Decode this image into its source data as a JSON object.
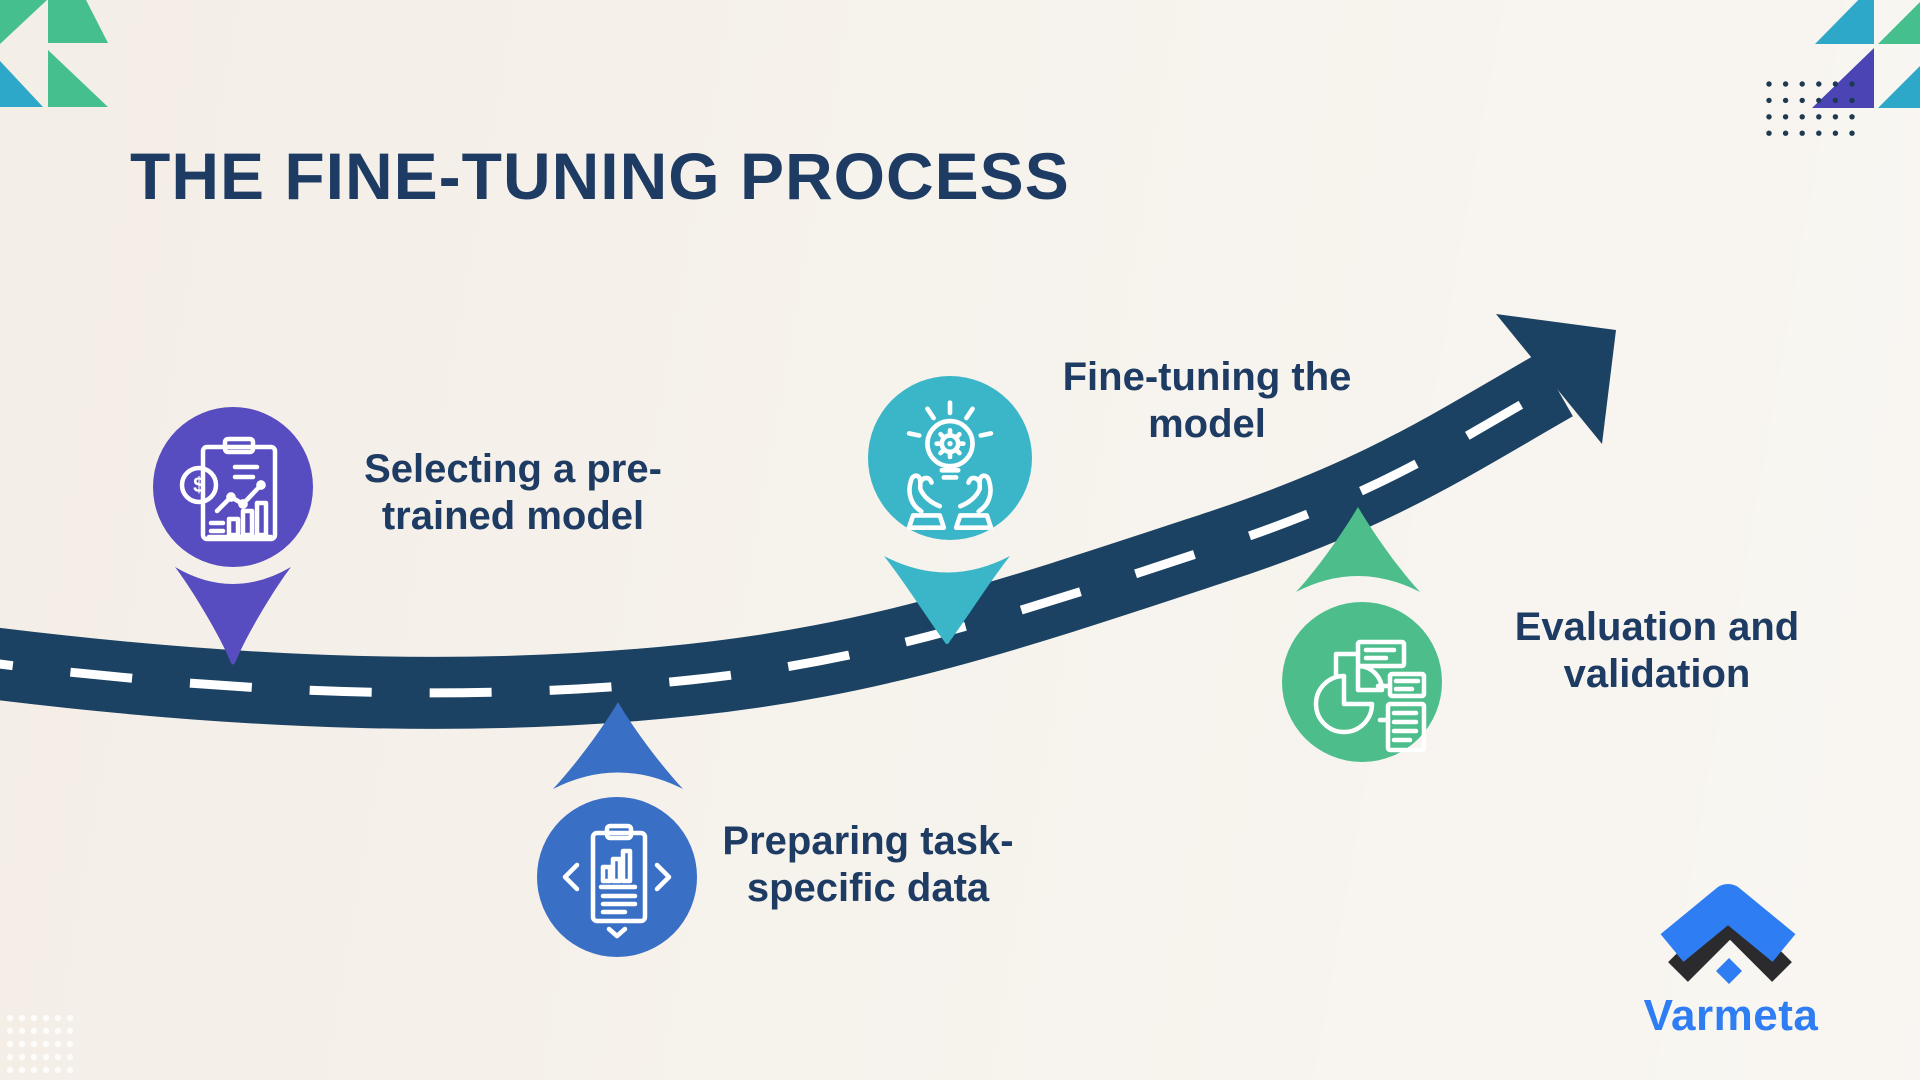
{
  "title": "THE FINE-TUNING PROCESS",
  "colors": {
    "background": "#f6f2ec",
    "title_text": "#1e3c63",
    "road": "#1b4263",
    "road_line": "#ffffff",
    "step1": "#574cc0",
    "step2": "#3a6fc6",
    "step3": "#3ab6c8",
    "step4": "#4dbe8b",
    "deco_green": "#45c08d",
    "deco_blue": "#2ea8c8",
    "deco_indigo": "#4a44b4",
    "deco_dots": "#1e3a52",
    "logo_blue": "#2f7df2",
    "logo_black": "#2b2b2e"
  },
  "steps": [
    {
      "label_line1": "Selecting a pre-",
      "label_line2": "trained model",
      "icon": "clipboard-analytics-icon",
      "color": "#574cc0"
    },
    {
      "label_line1": "Preparing task-",
      "label_line2": "specific data",
      "icon": "clipboard-data-transfer-icon",
      "color": "#3a6fc6"
    },
    {
      "label_line1": "Fine-tuning the",
      "label_line2": "model",
      "icon": "hands-lightbulb-gear-icon",
      "color": "#3ab6c8"
    },
    {
      "label_line1": "Evaluation and",
      "label_line2": "validation",
      "icon": "pie-chart-report-icon",
      "color": "#4dbe8b"
    }
  ],
  "icons": {
    "dollar_symbol": "$"
  },
  "logo": {
    "name": "Varmeta"
  }
}
